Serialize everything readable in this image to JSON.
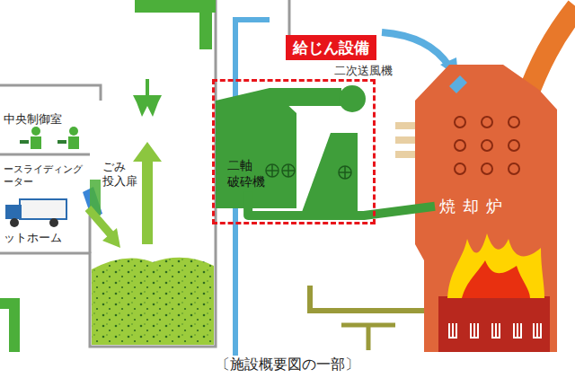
{
  "diagram": {
    "caption": "〔施設概要図の一部〕",
    "nodes": [
      {
        "text": [
          "給じん設備"
        ]
      },
      {
        "text": [
          "二軸 破砕機"
        ],
        "in": 0
      },
      {
        "text": [
          "焼却炉"
        ]
      }
    ],
    "edges": [
      {
        "from": 1,
        "to": 2,
        "arrow": "none"
      }
    ],
    "labels": [
      "二次送風機",
      "中央制御室",
      "ースライディング ーター",
      "ごみ 投入扉",
      "ットホーム"
    ]
  }
}
